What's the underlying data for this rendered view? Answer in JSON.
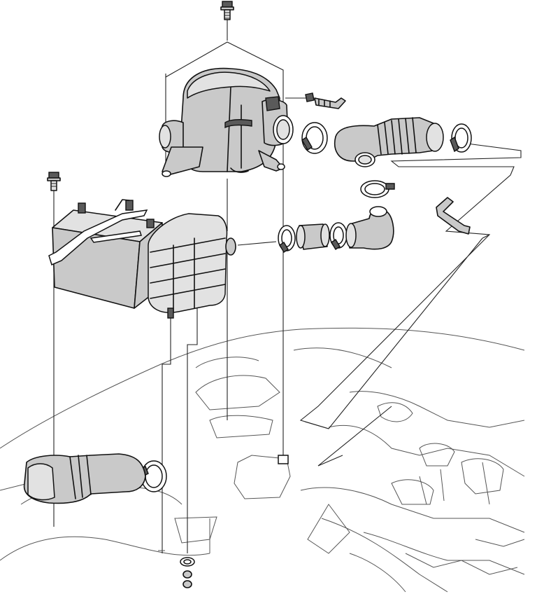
{
  "diagram": {
    "description_label": "",
    "line_color": "#111111",
    "shade_color": "#c9c9c9",
    "background": "#ffffff"
  },
  "parts": [
    {
      "id": "air-cleaner-housing"
    },
    {
      "id": "battery"
    },
    {
      "id": "resonator-box"
    },
    {
      "id": "intake-duct-upper"
    },
    {
      "id": "intake-duct-lower"
    },
    {
      "id": "elbow-hose"
    },
    {
      "id": "straight-hose"
    },
    {
      "id": "breather-hose"
    },
    {
      "id": "hose-clamps"
    },
    {
      "id": "mounting-bolts"
    },
    {
      "id": "washer-grommet"
    },
    {
      "id": "engine-bay-outline"
    }
  ]
}
